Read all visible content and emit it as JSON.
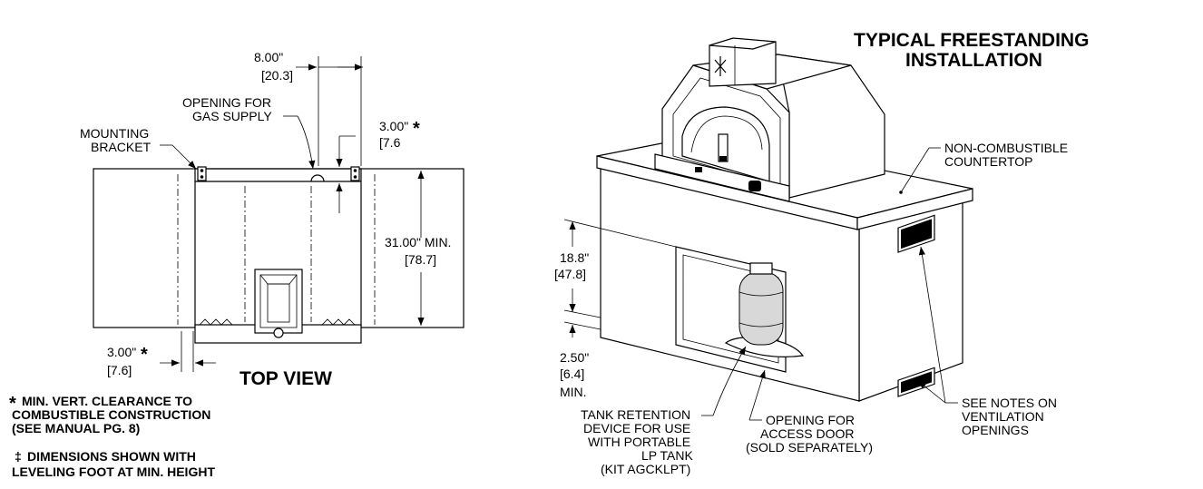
{
  "top_view": {
    "title": "TOP VIEW",
    "dim_width": {
      "in": "8.00\"",
      "cm": "[20.3]"
    },
    "dim_clear_top": {
      "in": "3.00\"",
      "mark": "*",
      "cm": "[7.6"
    },
    "dim_depth": {
      "in": "31.00\" MIN.",
      "cm": "[78.7]"
    },
    "dim_clear_front": {
      "in": "3.00\"",
      "mark": "*",
      "cm": "[7.6]"
    },
    "label_gas": [
      "OPENING FOR",
      "GAS SUPPLY"
    ],
    "label_bracket": [
      "MOUNTING",
      "BRACKET"
    ]
  },
  "notes": {
    "note1_mark": "*",
    "note1": [
      "MIN. VERT. CLEARANCE TO",
      "COMBUSTIBLE CONSTRUCTION",
      "(SEE MANUAL PG. 8)"
    ],
    "note2_mark": "‡",
    "note2": [
      "DIMENSIONS SHOWN WITH",
      "LEVELING FOOT AT MIN. HEIGHT"
    ]
  },
  "install": {
    "title": [
      "TYPICAL FREESTANDING",
      "INSTALLATION"
    ],
    "label_countertop": [
      "NON-COMBUSTIBLE",
      "COUNTERTOP"
    ],
    "label_vent": [
      "SEE NOTES ON",
      "VENTILATION",
      "OPENINGS"
    ],
    "label_access": [
      "OPENING FOR",
      "ACCESS DOOR",
      "(SOLD SEPARATELY)"
    ],
    "label_tank": [
      "TANK RETENTION",
      "DEVICE FOR USE",
      "WITH PORTABLE",
      "LP TANK",
      "(KIT AGCKLPT)"
    ],
    "dim_height": {
      "in": "18.8\"",
      "cm": "[47.8]"
    },
    "dim_sill": {
      "in": "2.50\"",
      "cm": "[6.4]",
      "min": "MIN."
    }
  }
}
